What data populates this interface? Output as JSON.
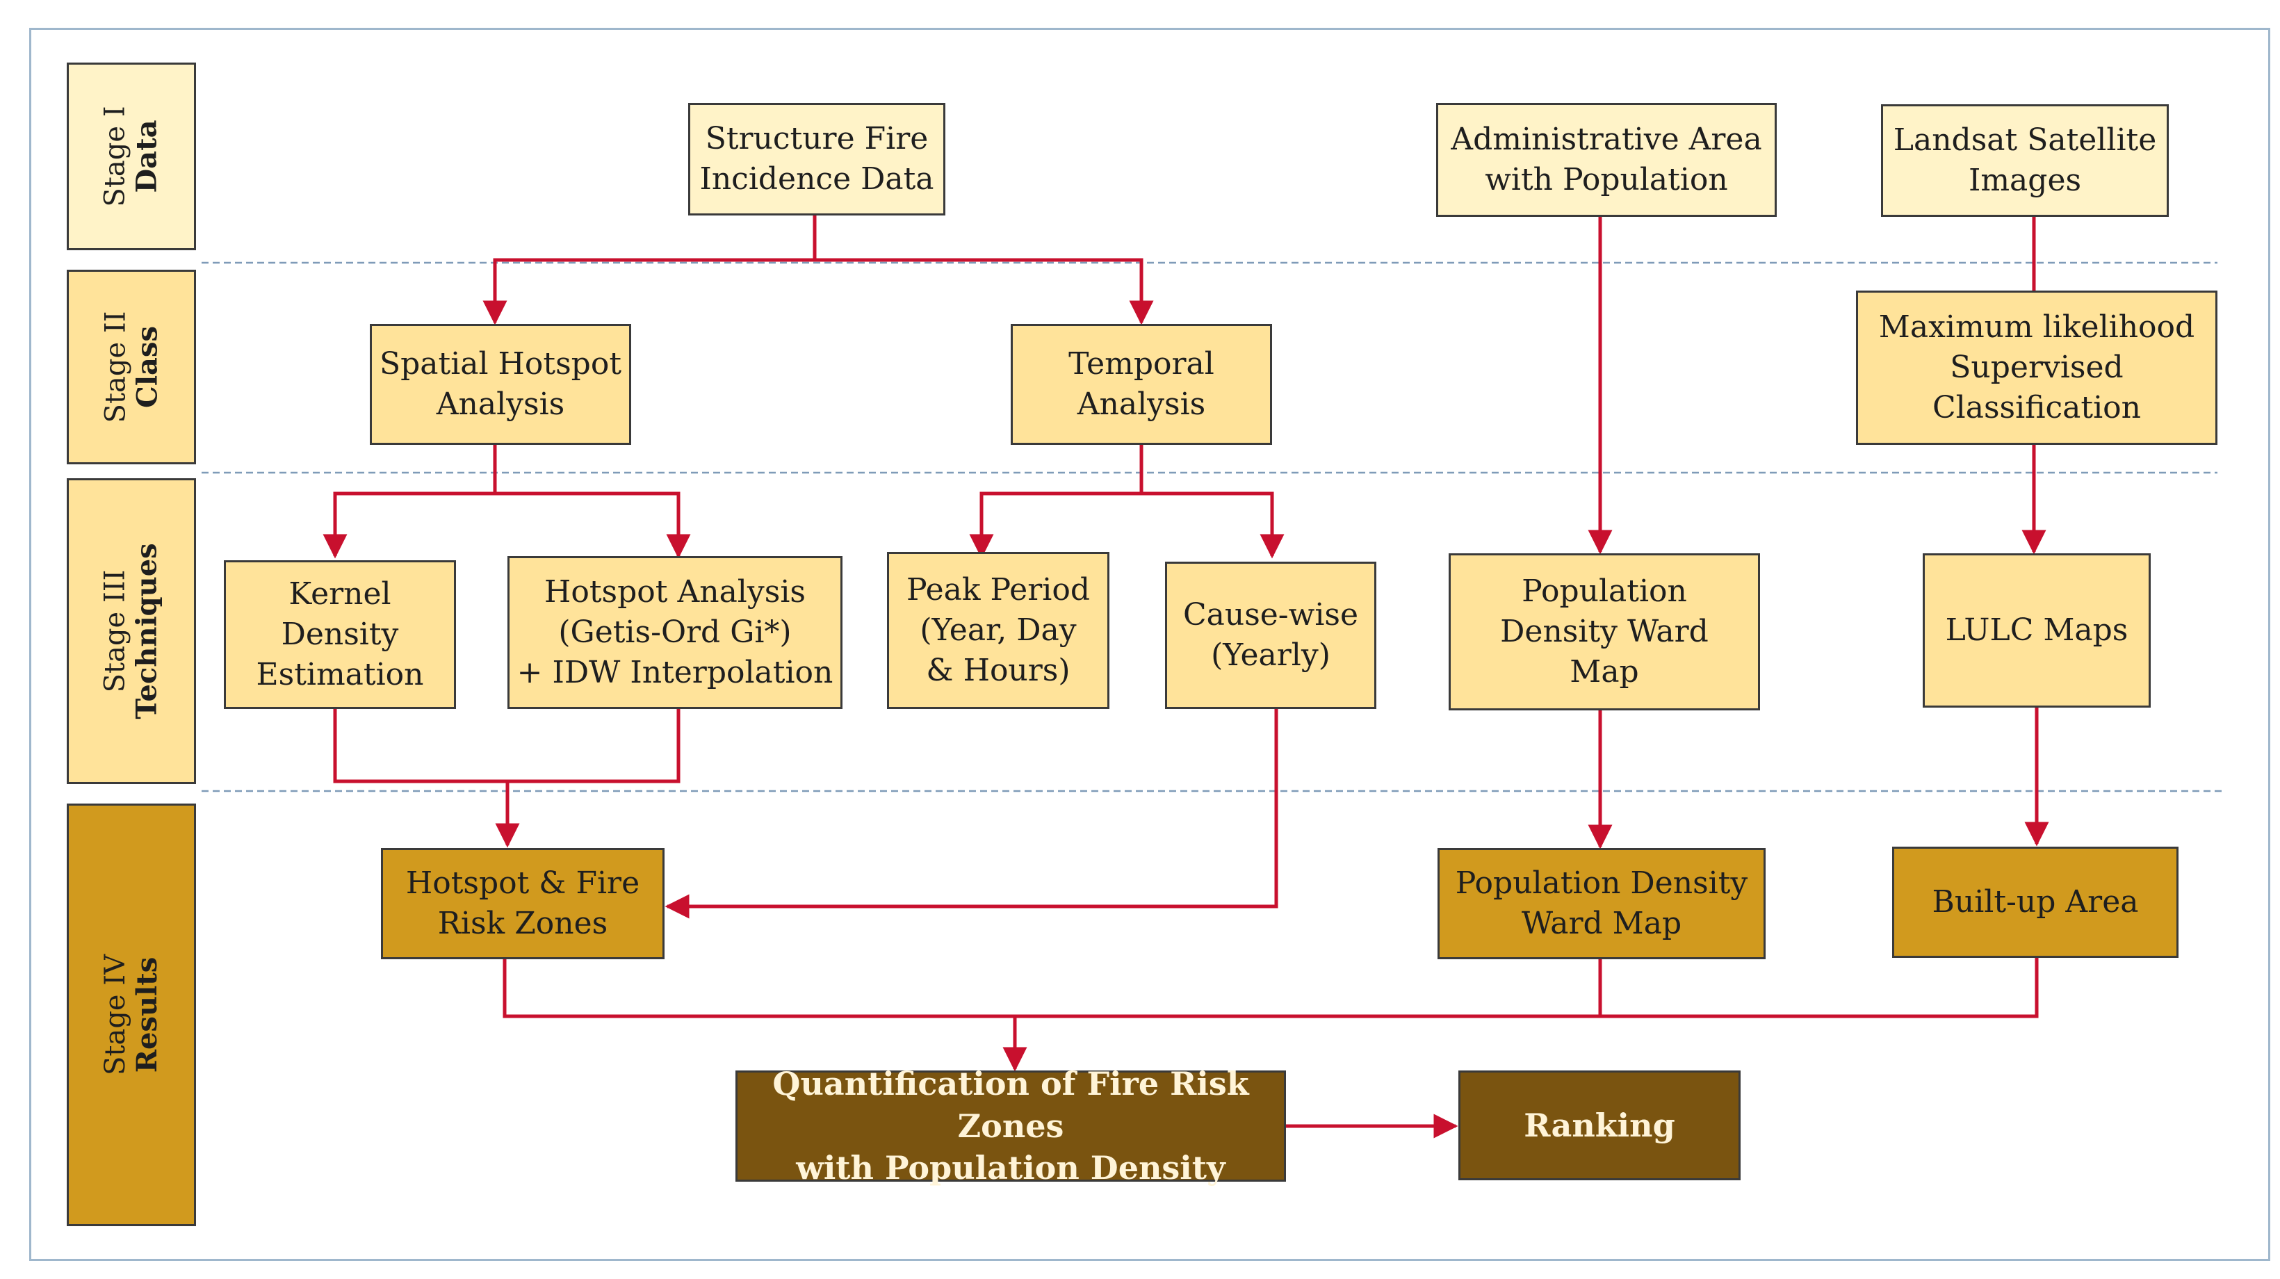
{
  "stages": [
    {
      "id": "stage-1",
      "stage": "Stage I",
      "name": "Data",
      "fill": "#fff3c8"
    },
    {
      "id": "stage-2",
      "stage": "Stage II",
      "name": "Class",
      "fill": "#ffe39a"
    },
    {
      "id": "stage-3",
      "stage": "Stage III",
      "name": "Techniques",
      "fill": "#ffe39a"
    },
    {
      "id": "stage-4",
      "stage": "Stage IV",
      "name": "Results",
      "fill": "#d19a1e"
    }
  ],
  "nodes": {
    "structure_fire": "Structure Fire\nIncidence Data",
    "admin_area": "Administrative Area\nwith Population",
    "landsat": "Landsat Satellite\nImages",
    "spatial_hotspot": "Spatial Hotspot\nAnalysis",
    "temporal": "Temporal\nAnalysis",
    "max_likelihood": "Maximum likelihood\nSupervised\nClassification",
    "kernel_density": "Kernel\nDensity\nEstimation",
    "hotspot_getis": "Hotspot Analysis\n(Getis-Ord Gi*)\n+ IDW Interpolation",
    "peak_period": "Peak Period\n(Year, Day\n& Hours)",
    "cause_wise": "Cause-wise\n(Yearly)",
    "population_density_ward": "Population\nDensity Ward\nMap",
    "lulc_maps": "LULC Maps",
    "hotspot_fire_risk": "Hotspot & Fire\nRisk Zones",
    "population_density_ward_result": "Population Density\nWard Map",
    "built_up_area": "Built-up Area",
    "quantification": "Quantification of Fire Risk Zones\nwith Population Density",
    "ranking": "Ranking"
  },
  "colors": {
    "frame": "#9fb7cc",
    "arrow": "#c8102e",
    "divider": "#7f9bb8",
    "level_data": "#fff3c8",
    "level_class": "#ffe39a",
    "level_result": "#d19a1e",
    "level_final": "#7a5410"
  }
}
